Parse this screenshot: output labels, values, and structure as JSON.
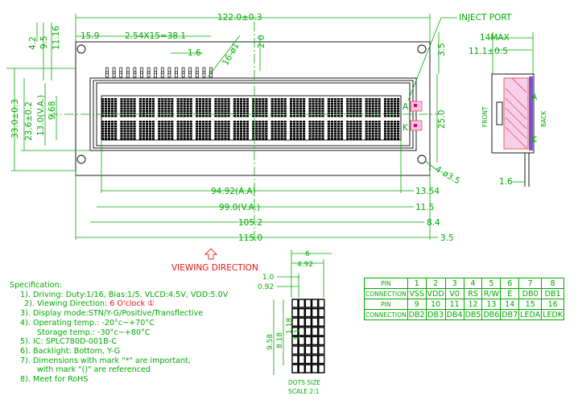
{
  "dimensions": {
    "overall_width": "122.0±0.3",
    "inject_port": "INJECT PORT",
    "pin_start": "15.9",
    "pin_pitch": "2.54X15=38.1",
    "pin_width": "1.6",
    "hole_spec": "16-ø1",
    "pin_row_height": "2.0",
    "top_4_2": "4.2",
    "top_9_5": "9.5",
    "top_11_16": "11.16",
    "right_3_5": "3.5",
    "height_33": "33.0±0.3",
    "height_23_6": "23.6±0.2",
    "height_13_va": "13.0(V.A.)",
    "height_9_68": "9.68",
    "height_25": "25.0",
    "mount_hole": "4-ø3.5",
    "active_area": "94.92(A.A)",
    "viewing_area": "99.0(V.A.)",
    "width_105": "105.2",
    "width_115": "115.0",
    "r_13_54": "13.54",
    "r_11_5": "11.5",
    "r_8_4": "8.4",
    "r_3_5_bottom": "3.5",
    "led_a": "A",
    "led_k": "K"
  },
  "side_view": {
    "max_thickness": "14MAX",
    "thickness": "11.1±0.5",
    "front": "FRONT",
    "back": "BACK",
    "a_label": "A",
    "k_label": "K",
    "pin_offset": "1.6"
  },
  "viewing_direction": "VIEWING DIRECTION",
  "dots": {
    "w6": "6",
    "w4_92": "4.92",
    "d1_0": "1.0",
    "d0_92": "0.92",
    "h9_58": "9.58",
    "h8_18": "8.18",
    "h1_18": "1.18",
    "h1_1": "1.1",
    "caption1": "DOTS SIZE",
    "caption2": "SCALE 2:1"
  },
  "specification": {
    "title": "Specification:",
    "items": [
      "1). Driving: Duty:1/16, Bias:1/5, VLCD:4.5V, VDD:5.0V",
      "2). Viewing Direction: ",
      "3). Display mode:STN/Y-G/Positive/Transflective",
      "4). Operating temp.: -20°c~+70°C",
      "Storage temp.: -30°c~+80°C",
      "5). IC: SPLC780D-001B-C",
      "6). Backlight: Bottom, Y-G",
      "7). Dimensions with mark \"*\" are important,",
      "with mark \"()\" are referenced",
      "8). Meet for RoHS"
    ],
    "viewing_direction_value": "6 O'clock ①"
  },
  "pin_table": {
    "row1_label": "PIN",
    "row1": [
      "1",
      "2",
      "3",
      "4",
      "5",
      "6",
      "7",
      "8"
    ],
    "row2_label": "CONNECTION",
    "row2": [
      "VSS",
      "VDD",
      "V0",
      "RS",
      "R/W",
      "E",
      "DB0",
      "DB1"
    ],
    "row3_label": "PIN",
    "row3": [
      "9",
      "10",
      "11",
      "12",
      "13",
      "14",
      "15",
      "16"
    ],
    "row4_label": "CONNECTION",
    "row4": [
      "DB2",
      "DB3",
      "DB4",
      "DB5",
      "DB6",
      "DB7",
      "LEDA",
      "LEDK"
    ]
  },
  "colors": {
    "dimension": "#00aa00",
    "outline": "#000000",
    "highlight": "#ee1111"
  }
}
